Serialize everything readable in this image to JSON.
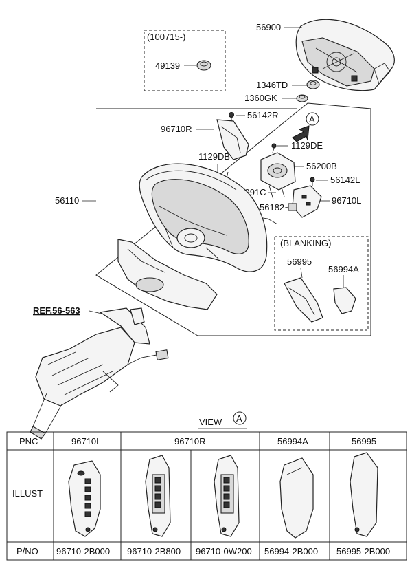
{
  "callouts": {
    "airbag": "56900",
    "variant_note": "(100715-)",
    "nut_49139": "49139",
    "nut_1346td": "1346TD",
    "nut_1360gk": "1360GK",
    "screw_56142r": "56142R",
    "switch_96710r": "96710R",
    "view_marker": "A",
    "bolt_1129de": "1129DE",
    "bolt_1129db": "1129DB",
    "clock_spring": "56200B",
    "screw_56142l": "56142L",
    "wheel_assembly": "56110",
    "harness_56991c": "56991C",
    "switch_96710l": "96710L",
    "harness_56182": "56182",
    "blanking_label": "(BLANKING)",
    "blank_56995": "56995",
    "blank_56994a": "56994A",
    "reference": "REF.56-563"
  },
  "view": {
    "label": "VIEW",
    "marker": "A"
  },
  "table": {
    "row_headers": [
      "PNC",
      "ILLUST",
      "P/NO"
    ],
    "pnc": [
      "96710L",
      "96710R",
      "56994A",
      "56995"
    ],
    "part_numbers": [
      "96710-2B000",
      "96710-2B800",
      "96710-0W200",
      "56994-2B000",
      "56995-2B000"
    ],
    "illustrations": [
      "left-switch-icon",
      "right-switch-icon",
      "right-switch-icon",
      "left-blank-icon",
      "right-blank-icon"
    ]
  }
}
